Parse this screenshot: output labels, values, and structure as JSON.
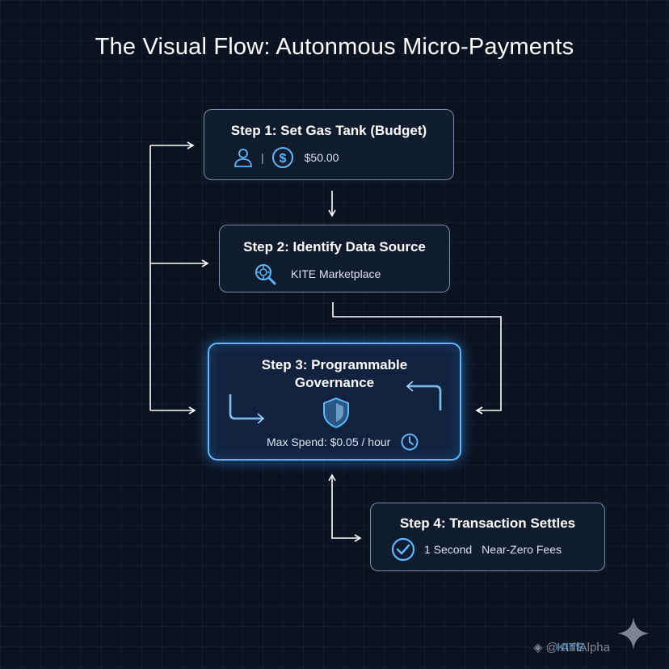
{
  "title": "The Visual Flow: Autonmous Micro-Payments",
  "steps": {
    "step1": {
      "heading": "Step 1: Set Gas Tank (Budget)",
      "amount": "$50.00",
      "separator": "|"
    },
    "step2": {
      "heading": "Step 2: Identify Data Source",
      "label": "KITE Marketplace"
    },
    "step3": {
      "heading_line1": "Step 3: Programmable",
      "heading_line2": "Governance",
      "limit": "Max Spend: $0.05 / hour"
    },
    "step4": {
      "heading": "Step 4: Transaction Settles",
      "speed": "1 Second",
      "fees": "Near-Zero Fees"
    }
  },
  "watermark": {
    "text": "@ ArifAlpha",
    "brand": "KITE"
  },
  "icons": [
    "user-icon",
    "dollar-coin-icon",
    "marketplace-search-icon",
    "shield-icon",
    "clock-icon",
    "check-circle-icon",
    "sparkle-icon"
  ],
  "colors": {
    "accent": "#5ab8ff",
    "background": "#0b1220",
    "arrow": "#ffffff"
  }
}
